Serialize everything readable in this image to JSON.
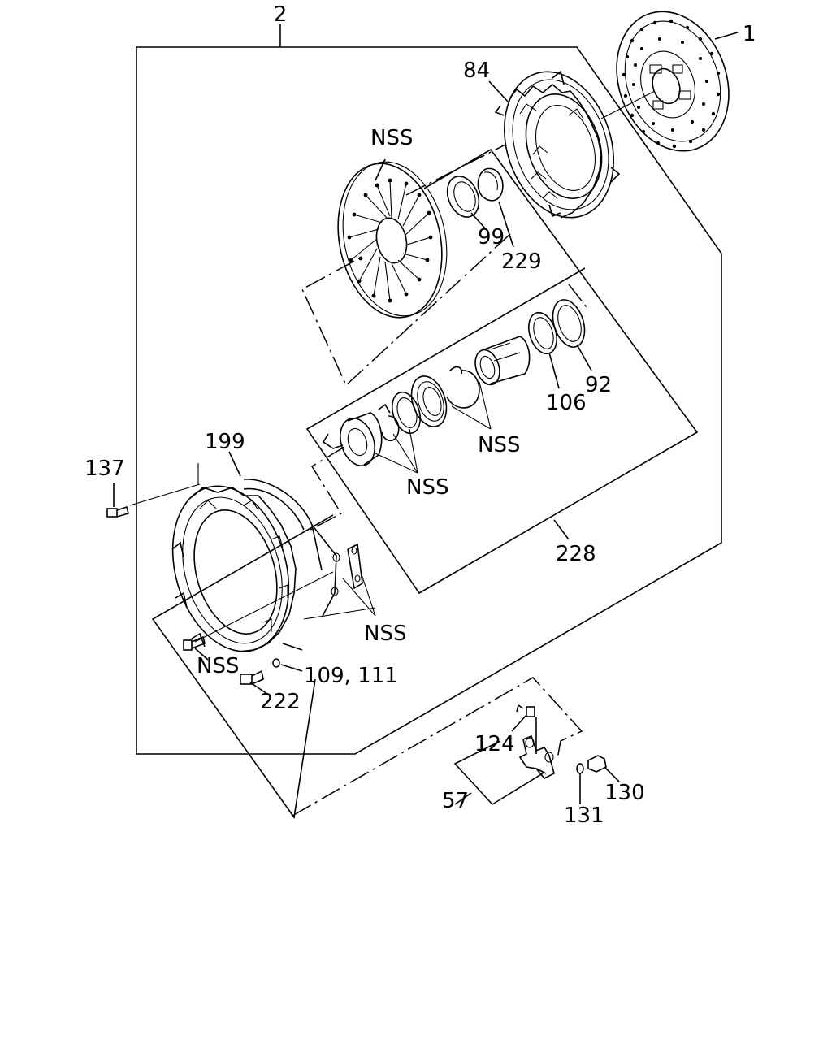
{
  "diagram": {
    "callouts": {
      "c2": "2",
      "c1": "1",
      "c84": "84",
      "nss_cover": "NSS",
      "c99": "99",
      "c229": "229",
      "c92": "92",
      "c106": "106",
      "nss_bearing_right": "NSS",
      "nss_bearing_left": "NSS",
      "c199": "199",
      "c137": "137",
      "c228": "228",
      "nss_housing": "NSS",
      "nss_bolt": "NSS",
      "c109_111": "109, 111",
      "c222": "222",
      "c124": "124",
      "c130": "130",
      "c57": "57",
      "c131": "131"
    }
  }
}
